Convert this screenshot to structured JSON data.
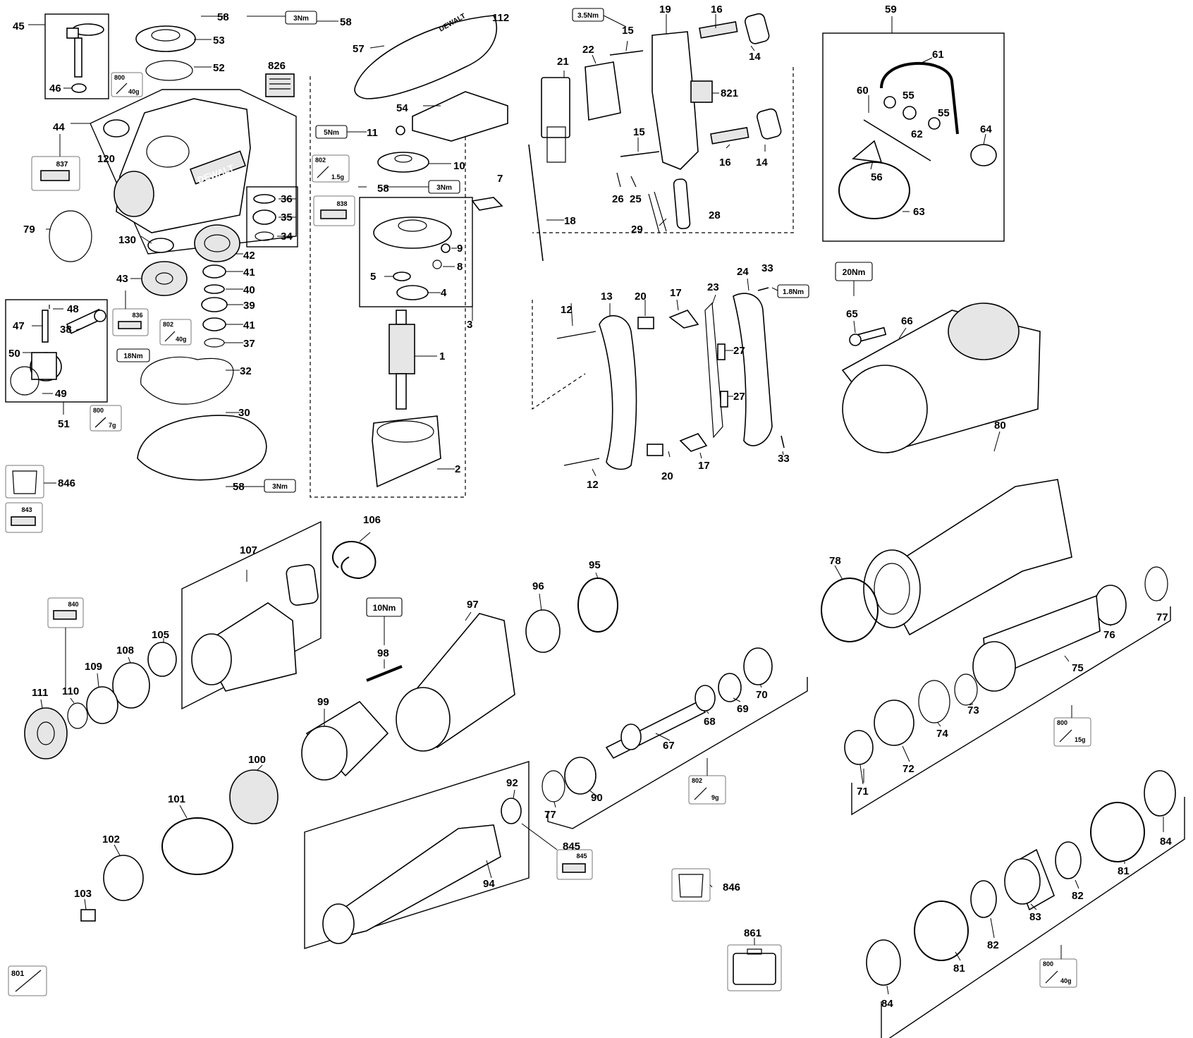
{
  "torques": {
    "t58a": "3Nm",
    "t15": "3.5Nm",
    "t11": "5Nm",
    "t58b": "3Nm",
    "t98": "10Nm",
    "t33": "1.8Nm",
    "t43": "18Nm",
    "t65": "20Nm",
    "t58c": "3Nm"
  },
  "grease": {
    "g46": {
      "code": "800",
      "amount": "40g"
    },
    "g36": {
      "code": "802",
      "amount": "1.5g"
    },
    "g42": {
      "code": "802",
      "amount": "40g"
    },
    "g51": {
      "code": "800",
      "amount": "7g"
    },
    "g67": {
      "code": "802",
      "amount": "9g"
    },
    "g75": {
      "code": "800",
      "amount": "15g"
    },
    "g81": {
      "code": "800",
      "amount": "40g"
    },
    "g801": {
      "code": "801"
    }
  },
  "kits": [
    "837",
    "838",
    "836",
    "843",
    "840",
    "845",
    "826"
  ],
  "bags": [
    "846",
    "846"
  ],
  "case_label": "861",
  "brand_text": "DEWALT",
  "labels": {
    "p1": "1",
    "p2": "2",
    "p3": "3",
    "p4": "4",
    "p5": "5",
    "p7": "7",
    "p8": "8",
    "p9": "9",
    "p10": "10",
    "p11": "11",
    "p12a": "12",
    "p12b": "12",
    "p13": "13",
    "p14a": "14",
    "p14b": "14",
    "p15a": "15",
    "p15b": "15",
    "p16a": "16",
    "p16b": "16",
    "p17a": "17",
    "p17b": "17",
    "p18": "18",
    "p19": "19",
    "p20a": "20",
    "p20b": "20",
    "p21": "21",
    "p22": "22",
    "p23": "23",
    "p24": "24",
    "p25": "25",
    "p26": "26",
    "p27a": "27",
    "p27b": "27",
    "p28": "28",
    "p29": "29",
    "p30": "30",
    "p32": "32",
    "p33a": "33",
    "p33b": "33",
    "p34": "34",
    "p35": "35",
    "p36": "36",
    "p37": "37",
    "p38": "38",
    "p39": "39",
    "p40": "40",
    "p41a": "41",
    "p41b": "41",
    "p42": "42",
    "p43": "43",
    "p44": "44",
    "p45": "45",
    "p46": "46",
    "p47": "47",
    "p48": "48",
    "p49": "49",
    "p50": "50",
    "p51": "51",
    "p52": "52",
    "p53": "53",
    "p54": "54",
    "p55a": "55",
    "p55b": "55",
    "p56": "56",
    "p57": "57",
    "p58a": "58",
    "p58b": "58",
    "p58c": "58",
    "p58d": "58",
    "p59": "59",
    "p60": "60",
    "p61": "61",
    "p62": "62",
    "p63": "63",
    "p64": "64",
    "p65": "65",
    "p66": "66",
    "p67": "67",
    "p68": "68",
    "p69": "69",
    "p70": "70",
    "p71": "71",
    "p72": "72",
    "p73": "73",
    "p74": "74",
    "p75": "75",
    "p76": "76",
    "p77a": "77",
    "p77b": "77",
    "p78": "78",
    "p79": "79",
    "p80": "80",
    "p81a": "81",
    "p81b": "81",
    "p82a": "82",
    "p82b": "82",
    "p83": "83",
    "p84a": "84",
    "p84b": "84",
    "p90": "90",
    "p92": "92",
    "p94": "94",
    "p95": "95",
    "p96": "96",
    "p97": "97",
    "p98": "98",
    "p99": "99",
    "p100": "100",
    "p101": "101",
    "p102": "102",
    "p103": "103",
    "p105": "105",
    "p106": "106",
    "p107": "107",
    "p108": "108",
    "p109": "109",
    "p110": "110",
    "p111": "111",
    "p112": "112",
    "p120": "120",
    "p130": "130",
    "p801": "801",
    "p821": "821",
    "p826": "826",
    "p837": "837",
    "p838": "838",
    "p836": "836",
    "p843": "843",
    "p840": "840",
    "p845": "845",
    "p846a": "846",
    "p846b": "846",
    "p861": "861"
  }
}
